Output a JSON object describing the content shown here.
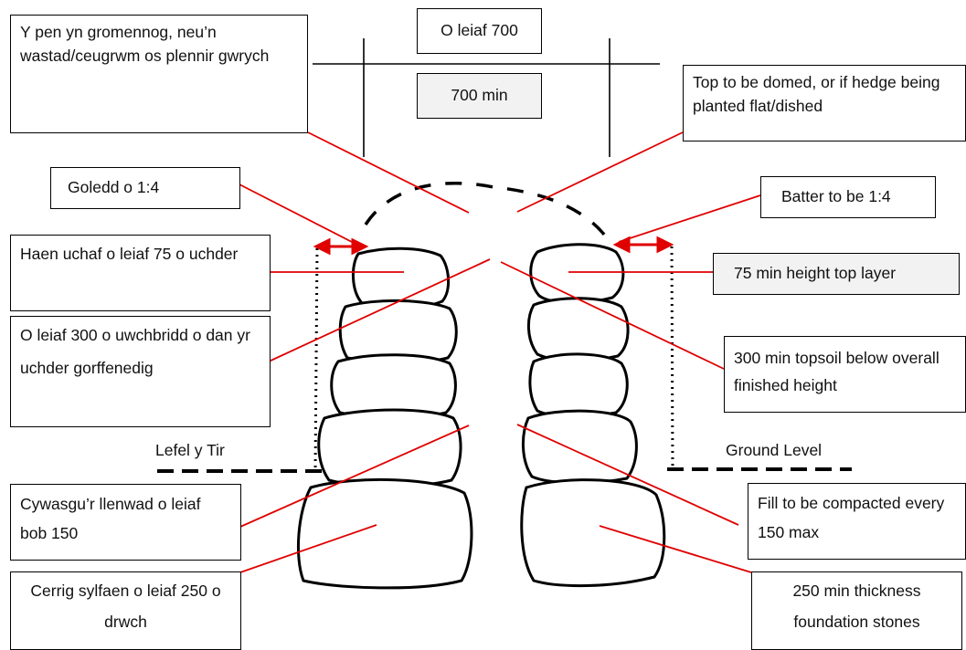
{
  "labels": {
    "width_cy": "O leiaf 700",
    "width_en": "700 min",
    "top_cy": "Y pen yn gromennog, neu’n wastad/ceugrwm os plennir gwrych",
    "top_en": "Top to be domed, or if hedge being planted flat/dished",
    "batter_cy": "Goledd o 1:4",
    "batter_en": "Batter to be 1:4",
    "toplayer_cy": "Haen uchaf o leiaf 75 o uchder",
    "toplayer_en": "75 min height top layer",
    "topsoil_cy": "O leiaf 300 o uwchbridd o dan yr uchder gorffenedig",
    "topsoil_en": "300 min topsoil below overall finished height",
    "ground_cy": "Lefel y Tir",
    "ground_en": "Ground Level",
    "fill_cy": "Cywasgu’r llenwad o leiaf bob 150",
    "fill_en": "Fill to be compacted every 150 max",
    "foundation_cy": "Cerrig sylfaen o leiaf 250 o drwch",
    "foundation_en": "250 min thickness foundation stones"
  },
  "colors": {
    "leader": "#e00000",
    "outline": "#000000",
    "grey_box": "#f2f2f2"
  }
}
